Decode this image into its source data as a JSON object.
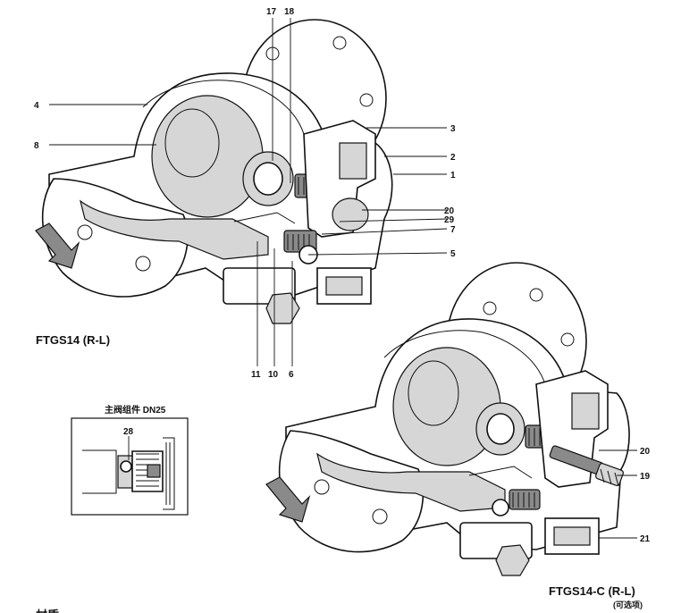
{
  "top_figure": {
    "title": "FTGS14 (R-L)",
    "labels": {
      "n17": "17",
      "n18": "18",
      "n4": "4",
      "n8": "8",
      "n3": "3",
      "n2": "2",
      "n1": "1",
      "n20": "20",
      "n29": "29",
      "n7": "7",
      "n5": "5",
      "n11": "11",
      "n10": "10",
      "n6": "6"
    }
  },
  "inset": {
    "title": "主阀组件 DN25",
    "label_28": "28"
  },
  "bottom_figure": {
    "title": "FTGS14-C (R-L)",
    "subtitle": "(可选项)",
    "labels": {
      "n20": "20",
      "n19": "19",
      "n21": "21"
    }
  },
  "footer_text": "材质"
}
